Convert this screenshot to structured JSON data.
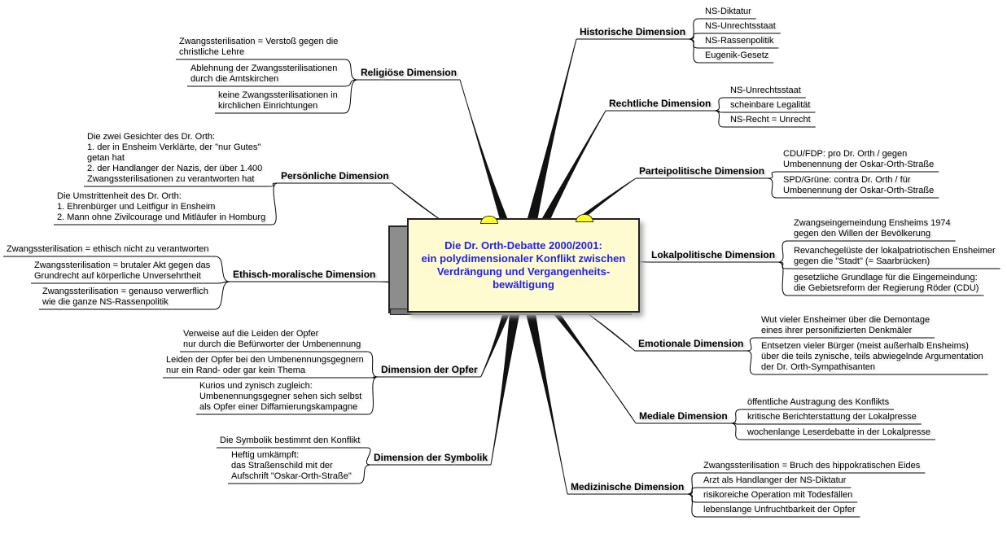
{
  "center": {
    "title_lines": [
      "Die Dr. Orth-Debatte 2000/2001:",
      "ein polydimensionaler Konflikt zwischen",
      "Verdrängung und Vergangenheits-",
      "bewältigung"
    ]
  },
  "branches": [
    {
      "label": "Historische Dimension",
      "leaves": [
        [
          "NS-Diktatur"
        ],
        [
          "NS-Unrechtsstaat"
        ],
        [
          "NS-Rassenpolitik"
        ],
        [
          "Eugenik-Gesetz"
        ]
      ]
    },
    {
      "label": "Rechtliche Dimension",
      "leaves": [
        [
          "NS-Unrechtsstaat"
        ],
        [
          "scheinbare Legalität"
        ],
        [
          "NS-Recht = Unrecht"
        ]
      ]
    },
    {
      "label": "Parteipolitische Dimension",
      "leaves": [
        [
          "CDU/FDP: pro Dr. Orth / gegen",
          "Umbenennung der Oskar-Orth-Straße"
        ],
        [
          "SPD/Grüne: contra Dr. Orth / für",
          "Umbenennung der Oskar-Orth-Straße"
        ]
      ]
    },
    {
      "label": "Lokalpolitische Dimension",
      "leaves": [
        [
          "Zwangseingemeindung Ensheims 1974",
          "gegen den Willen der Bevölkerung"
        ],
        [
          "Revanchegelüste der lokalpatriotischen Ensheimer",
          "gegen die \"Stadt\" (= Saarbrücken)"
        ],
        [
          "gesetzliche Grundlage für die Eingemeindung:",
          "die Gebietsreform der Regierung Röder (CDU)"
        ]
      ]
    },
    {
      "label": "Emotionale Dimension",
      "leaves": [
        [
          "Wut vieler Ensheimer über die Demontage",
          "eines ihrer personifizierten Denkmäler"
        ],
        [
          "Entsetzen vieler Bürger (meist außerhalb Ensheims)",
          "über die teils zynische, teils abwiegelnde Argumentation",
          "der Dr. Orth-Sympathisanten"
        ]
      ]
    },
    {
      "label": "Mediale Dimension",
      "leaves": [
        [
          "öffentliche Austragung des Konflikts"
        ],
        [
          "kritische Berichterstattung der Lokalpresse"
        ],
        [
          "wochenlange Leserdebatte in der Lokalpresse"
        ]
      ]
    },
    {
      "label": "Medizinische Dimension",
      "leaves": [
        [
          "Zwangssterilisation = Bruch des hippokratischen Eides"
        ],
        [
          "Arzt als Handlanger der NS-Diktatur"
        ],
        [
          "risikoreiche Operation mit Todesfällen"
        ],
        [
          "lebenslange Unfruchtbarkeit der Opfer"
        ]
      ]
    },
    {
      "label": "Religiöse Dimension",
      "leaves": [
        [
          "Zwangssterilisation = Verstoß gegen die",
          "christliche Lehre"
        ],
        [
          "Ablehnung der Zwangssterilisationen",
          "durch die Amtskirchen"
        ],
        [
          "keine Zwangssterilisationen in",
          "kirchlichen Einrichtungen"
        ]
      ]
    },
    {
      "label": "Persönliche Dimension",
      "leaves": [
        [
          "Die zwei Gesichter des Dr. Orth:",
          "1. der in Ensheim Verklärte, der \"nur Gutes\"",
          "getan hat",
          "2. der Handlanger der Nazis, der über 1.400",
          "Zwangssterilisationen zu verantworten hat"
        ],
        [
          "Die Umstrittenheit des Dr. Orth:",
          "1. Ehrenbürger und Leitfigur in Ensheim",
          "2. Mann ohne Zivilcourage und Mitläufer in Homburg"
        ]
      ]
    },
    {
      "label": "Ethisch-moralische Dimension",
      "leaves": [
        [
          "Zwangssterilisation = ethisch nicht zu verantworten"
        ],
        [
          "Zwangssterilisation = brutaler Akt gegen das",
          "Grundrecht auf körperliche Unversehrtheit"
        ],
        [
          "Zwangssterilisation = genauso verwerflich",
          "wie die ganze NS-Rassenpolitik"
        ]
      ]
    },
    {
      "label": "Dimension der Opfer",
      "leaves": [
        [
          "Verweise auf die Leiden der Opfer",
          "nur durch die Befürworter der Umbenennung"
        ],
        [
          "Leiden der Opfer bei den Umbenennungsgegnern",
          "nur ein Rand- oder gar kein Thema"
        ],
        [
          "Kurios und zynisch zugleich:",
          "Umbenennungsgegner sehen sich selbst",
          "als Opfer einer Diffamierungskampagne"
        ]
      ]
    },
    {
      "label": "Dimension der Symbolik",
      "leaves": [
        [
          "Die Symbolik bestimmt den Konflikt"
        ],
        [
          "Heftig umkämpft:",
          "das Straßenschild mit der",
          "Aufschrift \"Oskar-Orth-Straße\""
        ]
      ]
    }
  ]
}
